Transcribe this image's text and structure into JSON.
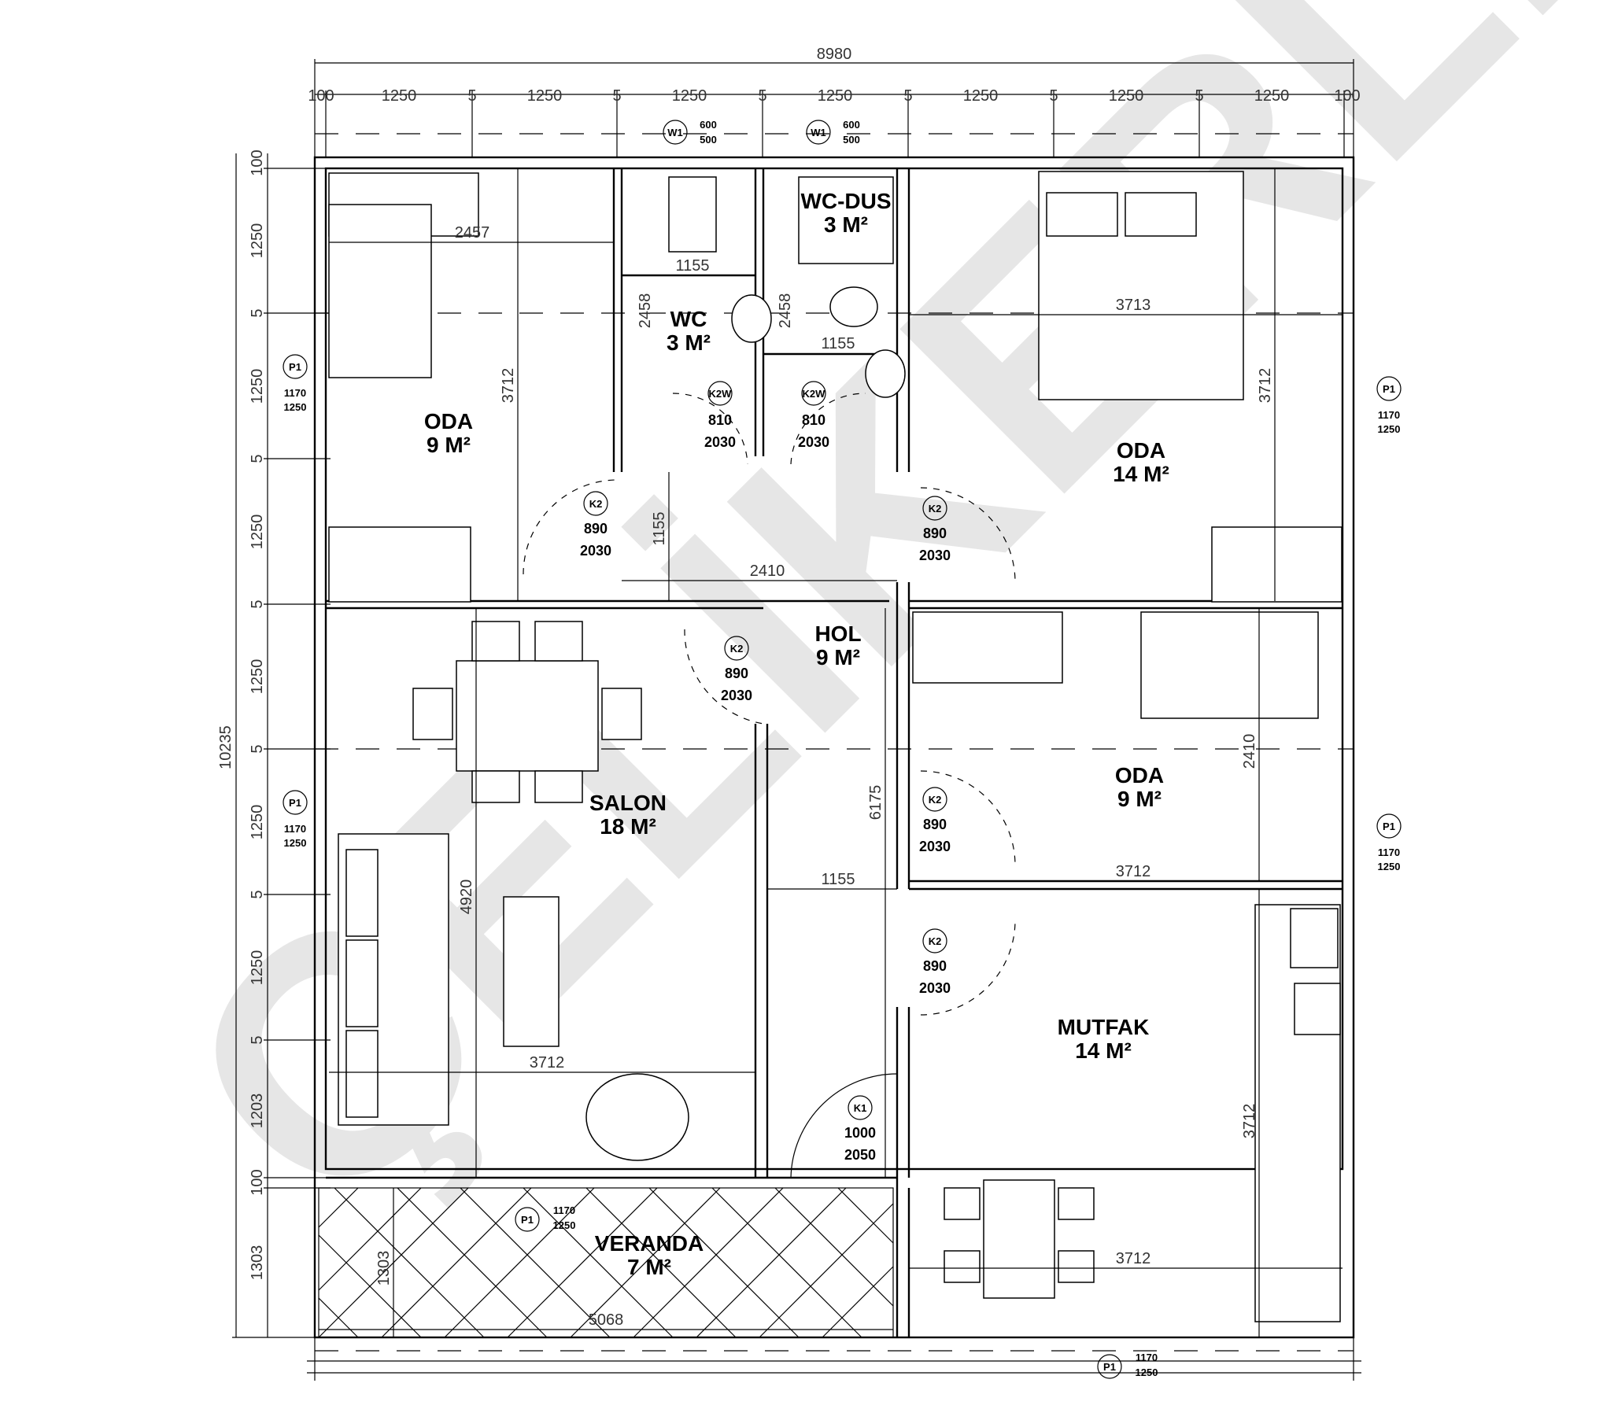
{
  "watermark": "ÇELİKERLER",
  "dimensions": {
    "top_overall": "8980",
    "top_segments": [
      "100",
      "1250",
      "5",
      "1250",
      "5",
      "1250",
      "5",
      "1250",
      "5",
      "1250",
      "5",
      "1250",
      "5",
      "1250",
      "100"
    ],
    "left_overall": "10235",
    "left_segments": [
      "100",
      "1250",
      "5",
      "1250",
      "5",
      "1250",
      "5",
      "1250",
      "5",
      "1250",
      "5",
      "1250",
      "5",
      "1203",
      "100",
      "1303"
    ],
    "inner": {
      "oda1_width": "2457",
      "oda1_height": "3712",
      "wc_width": "1155",
      "wc_height": "2458",
      "wcdus_height": "2458",
      "wcdus_width": "1155",
      "oda14_width": "3713",
      "oda14_height": "3712",
      "hol_width_top": "2410",
      "hol_height": "1155",
      "salon_height": "4920",
      "salon_width": "3712",
      "hol_height_long": "6175",
      "hol_width_bottom": "1155",
      "oda9_height": "2410",
      "oda9_width": "3712",
      "mutfak_height": "3712",
      "mutfak_width": "3712",
      "veranda_width": "5068",
      "veranda_height": "1303"
    }
  },
  "rooms": [
    {
      "name": "ODA",
      "area": "9 M²"
    },
    {
      "name": "WC",
      "area": "3 M²"
    },
    {
      "name": "WC-DUS",
      "area": "3 M²"
    },
    {
      "name": "ODA",
      "area": "14 M²"
    },
    {
      "name": "HOL",
      "area": "9 M²"
    },
    {
      "name": "SALON",
      "area": "18 M²"
    },
    {
      "name": "ODA",
      "area": "9 M²"
    },
    {
      "name": "MUTFAK",
      "area": "14 M²"
    },
    {
      "name": "VERANDA",
      "area": "7 M²"
    }
  ],
  "windows": [
    {
      "code": "W1",
      "w": "600",
      "h": "500"
    },
    {
      "code": "W1",
      "w": "600",
      "h": "500"
    },
    {
      "code": "P1",
      "w": "1170",
      "h": "1250"
    },
    {
      "code": "P1",
      "w": "1170",
      "h": "1250"
    },
    {
      "code": "P1",
      "w": "1170",
      "h": "1250"
    },
    {
      "code": "P1",
      "w": "1170",
      "h": "1250"
    },
    {
      "code": "P1",
      "w": "1170",
      "h": "1250"
    },
    {
      "code": "P1",
      "w": "1170",
      "h": "1250"
    }
  ],
  "doors": [
    {
      "code": "K2W",
      "w": "810",
      "h": "2030"
    },
    {
      "code": "K2W",
      "w": "810",
      "h": "2030"
    },
    {
      "code": "K2",
      "w": "890",
      "h": "2030"
    },
    {
      "code": "K2",
      "w": "890",
      "h": "2030"
    },
    {
      "code": "K2",
      "w": "890",
      "h": "2030"
    },
    {
      "code": "K2",
      "w": "890",
      "h": "2030"
    },
    {
      "code": "K2",
      "w": "890",
      "h": "2030"
    },
    {
      "code": "K1",
      "w": "1000",
      "h": "2050"
    }
  ]
}
